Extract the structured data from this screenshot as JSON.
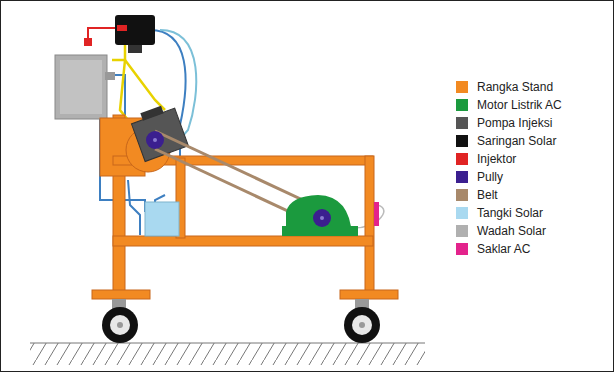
{
  "diagram": {
    "legend": [
      {
        "text": "Rangka Stand",
        "color": "#f28a22"
      },
      {
        "text": "Motor Listrik AC",
        "color": "#1b9a3e"
      },
      {
        "text": "Pompa Injeksi",
        "color": "#555555"
      },
      {
        "text": "Saringan Solar",
        "color": "#111111"
      },
      {
        "text": "Injektor",
        "color": "#e02424"
      },
      {
        "text": "Pully",
        "color": "#3b1f8f"
      },
      {
        "text": "Belt",
        "color": "#a8896b"
      },
      {
        "text": "Tangki Solar",
        "color": "#a9d9f0"
      },
      {
        "text": "Wadah Solar",
        "color": "#b0b0b0"
      },
      {
        "text": "Saklar AC",
        "color": "#e3238c"
      }
    ]
  }
}
